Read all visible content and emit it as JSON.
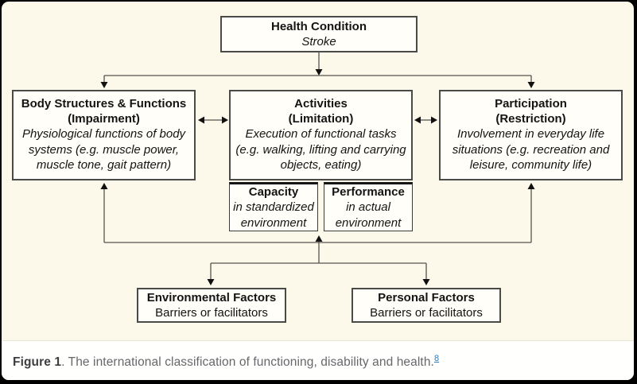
{
  "figure": {
    "caption_label": "Figure 1",
    "caption_text": ". The international classification of functioning, disability and health.",
    "caption_ref": "8"
  },
  "diagram": {
    "health_condition": {
      "title": "Health Condition",
      "subtitle": "Stroke"
    },
    "body_structures": {
      "title": "Body Structures & Functions",
      "subtitle": "(Impairment)",
      "description": "Physiological functions of body systems (e.g. muscle power, muscle tone, gait pattern)"
    },
    "activities": {
      "title": "Activities",
      "subtitle": "(Limitation)",
      "description": "Execution of functional tasks (e.g. walking, lifting and carrying objects, eating)"
    },
    "participation": {
      "title": "Participation",
      "subtitle": "(Restriction)",
      "description": "Involvement in everyday life situations (e.g. recreation and leisure, community life)"
    },
    "capacity": {
      "title": "Capacity",
      "description": "in standardized environment"
    },
    "performance": {
      "title": "Performance",
      "description": "in actual environment"
    },
    "environmental_factors": {
      "title": "Environmental Factors",
      "description": "Barriers or facilitators"
    },
    "personal_factors": {
      "title": "Personal Factors",
      "description": "Barriers or facilitators"
    }
  },
  "colors": {
    "background_cream": "#FDF9EA",
    "frame_black": "#000000",
    "box_border": "#4A4A48",
    "caption_text": "#67676B",
    "caption_label": "#3E3E40",
    "reference_link": "#2B7BB9"
  }
}
